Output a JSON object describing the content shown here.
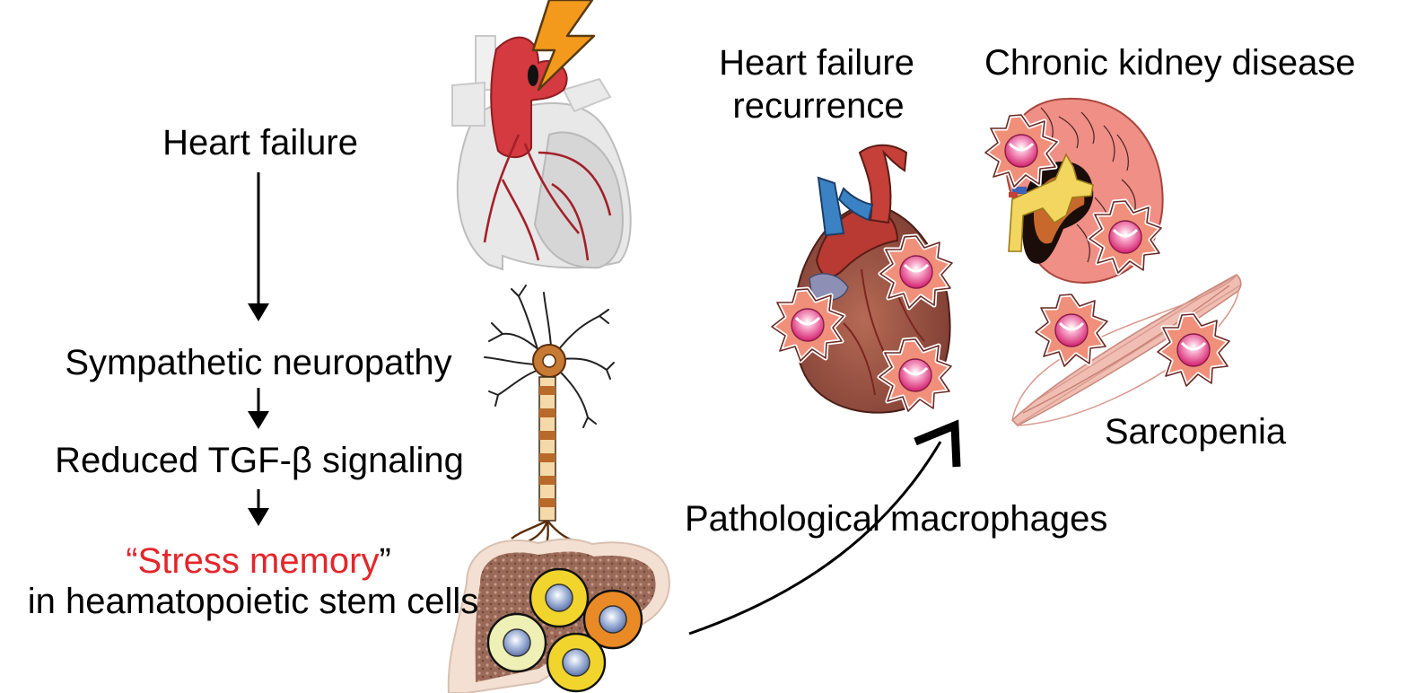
{
  "flow": {
    "step1": "Heart failure",
    "step2": "Sympathetic neuropathy",
    "step3": "Reduced TGF-β signaling",
    "step4_open_quote": "“",
    "step4_emphasis": "Stress memory",
    "step4_close_quote": "”",
    "step4_line2": "in heamatopoietic stem cells"
  },
  "outcomes": {
    "heart_recurrence_line1": "Heart failure",
    "heart_recurrence_line2": "recurrence",
    "kidney": "Chronic kidney disease",
    "muscle": "Sarcopenia",
    "macrophages": "Pathological macrophages"
  },
  "colors": {
    "emphasis": "#e3262b",
    "arrow": "#000000",
    "heart_red": "#c8323a",
    "vein_blue": "#3b82c4",
    "macrophage_body": "#f0907a",
    "macrophage_nucleus": "#e0307a",
    "kidney_pink": "#ef8f86",
    "muscle_pink": "#eeb3a8",
    "neuron_brown": "#b86a2a",
    "bone_brown": "#8a5a48",
    "hsc_yellow": "#f1d52c",
    "hsc_orange": "#ea8a26",
    "hsc_paleyellow": "#eef0b6"
  }
}
